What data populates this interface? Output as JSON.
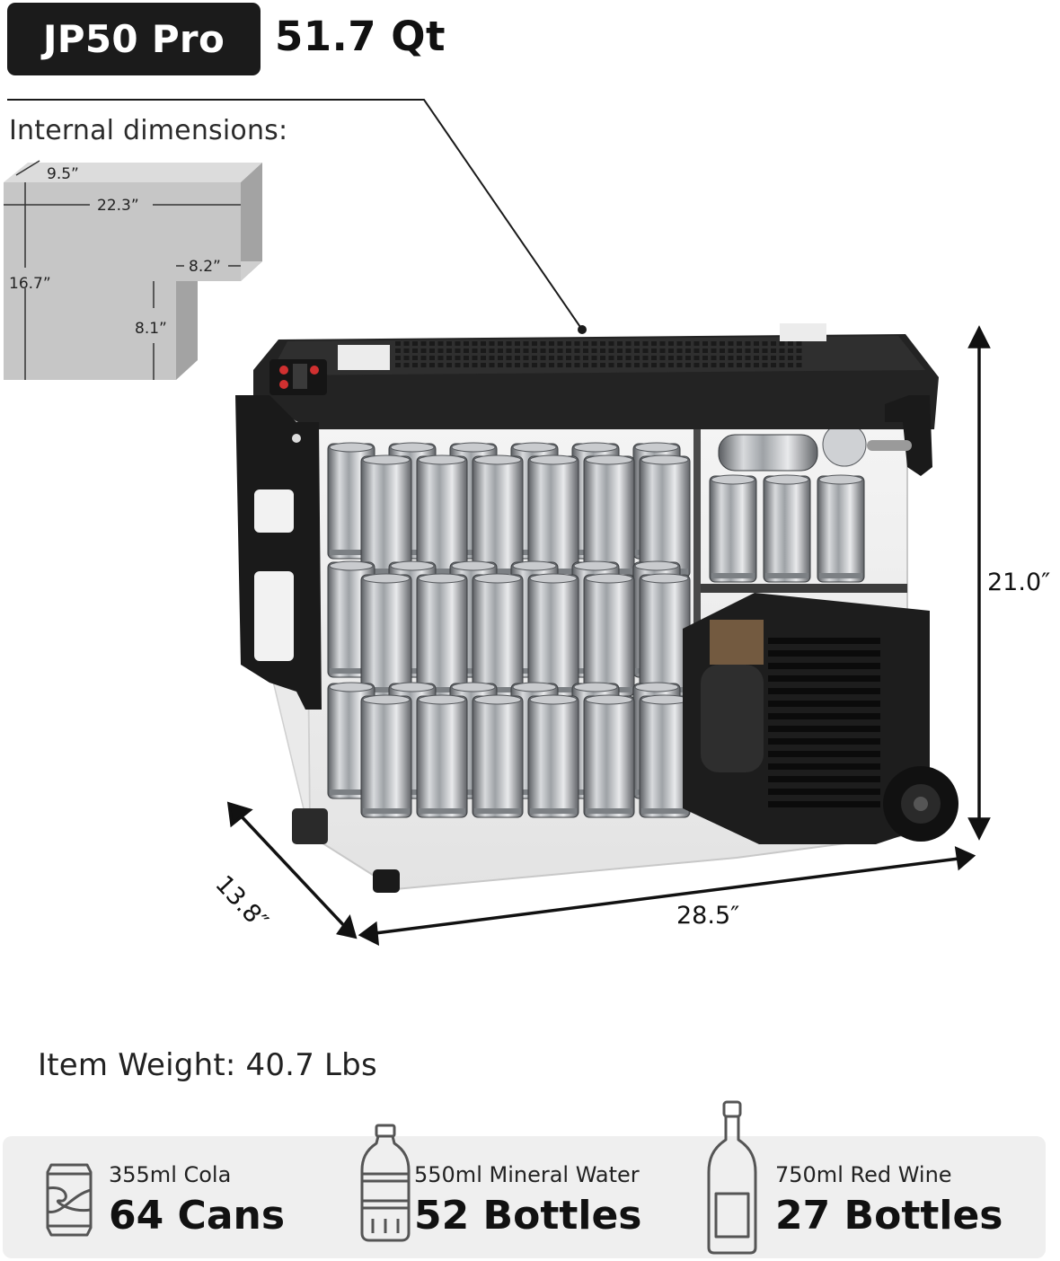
{
  "header": {
    "model": "JP50 Pro",
    "capacity": "51.7 Qt"
  },
  "internal": {
    "title": "Internal dimensions:",
    "depth": "9.5”",
    "width": "22.3”",
    "step_width": "8.2”",
    "height": "16.7”",
    "step_height": "8.1”"
  },
  "external": {
    "height": "21.0″",
    "depth": "13.8″",
    "width": "28.5″"
  },
  "weight": "Item Weight: 40.7 Lbs",
  "capacity_items": [
    {
      "icon": "can-icon",
      "label": "355ml Cola",
      "count": "64 Cans"
    },
    {
      "icon": "water-bottle-icon",
      "label": "550ml Mineral Water",
      "count": "52 Bottles"
    },
    {
      "icon": "wine-bottle-icon",
      "label": "750ml Red Wine",
      "count": "27 Bottles"
    }
  ],
  "colors": {
    "badge_bg": "#1b1b1b",
    "panel_bg": "#efefef",
    "block_face": "#c8c8c8",
    "block_side": "#9d9d9d",
    "block_top": "#d9d9d9"
  }
}
